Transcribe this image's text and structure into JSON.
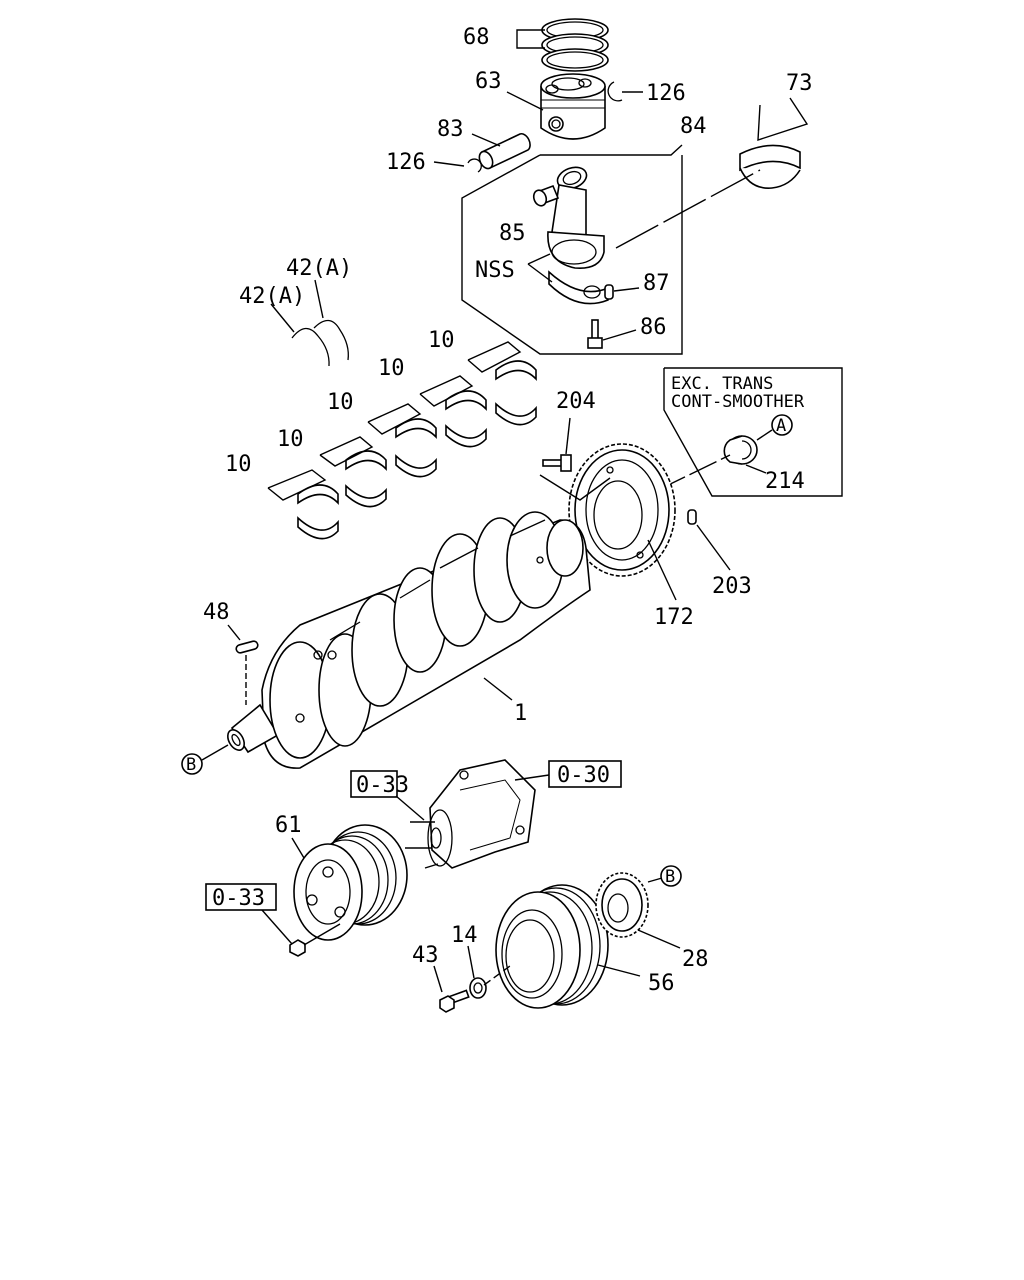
{
  "diagram": {
    "part_labels": {
      "p68": "68",
      "p63": "63",
      "p126a": "126",
      "p126b": "126",
      "p83": "83",
      "p73": "73",
      "p84": "84",
      "p85": "85",
      "nss": "NSS",
      "p87": "87",
      "p86": "86",
      "p42a": "42(A)",
      "p42b": "42(A)",
      "p10a": "10",
      "p10b": "10",
      "p10c": "10",
      "p10d": "10",
      "p10e": "10",
      "p204": "204",
      "p214": "214",
      "p203": "203",
      "p172": "172",
      "p48": "48",
      "p1": "1",
      "p61": "61",
      "p43": "43",
      "p14": "14",
      "p28": "28",
      "p56": "56"
    },
    "note_box": {
      "line1": "EXC. TRANS",
      "line2": "CONT-SMOOTHER"
    },
    "ref_boxes": {
      "r033a": "0-33",
      "r030": "0-30",
      "r033b": "0-33"
    },
    "circle_refs": {
      "a_ref": "A",
      "b_ref1": "B",
      "b_ref2": "B"
    }
  }
}
